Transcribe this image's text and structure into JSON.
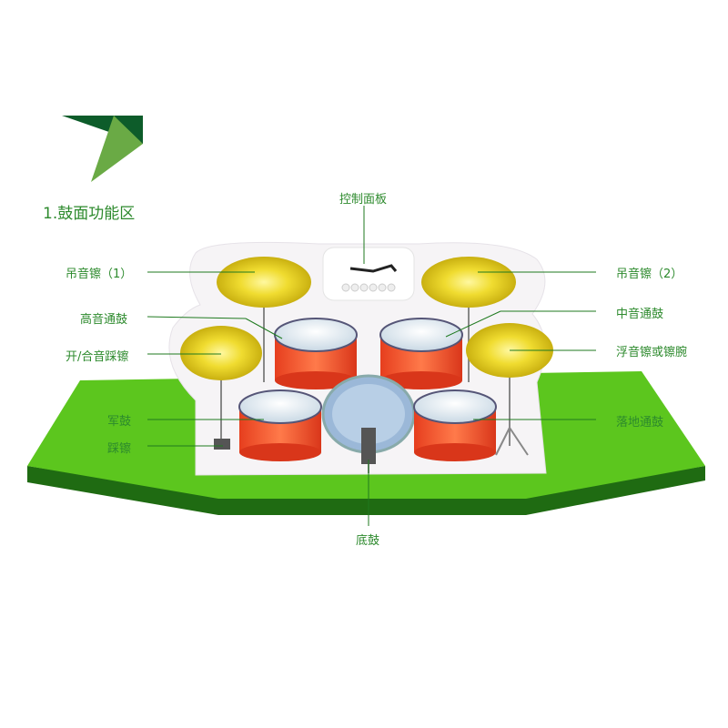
{
  "title": "1.鼓面功能区",
  "labels": {
    "control_panel": "控制面板",
    "crash1": "吊音镲（1）",
    "crash2": "吊音镲（2）",
    "high_tom": "高音通鼓",
    "mid_tom": "中音通鼓",
    "hihat": "开/合音踩镲",
    "ride": "浮音镲或镲腕",
    "snare": "军鼓",
    "floor_tom": "落地通鼓",
    "hihat_pedal": "踩镲",
    "bass_drum": "底鼓"
  },
  "colors": {
    "label": "#2d8a2d",
    "platform": "#5cc61e",
    "platform_edge": "#1f6b12",
    "drum_shell": "#f0522a",
    "cymbal": "#e8d21a"
  }
}
